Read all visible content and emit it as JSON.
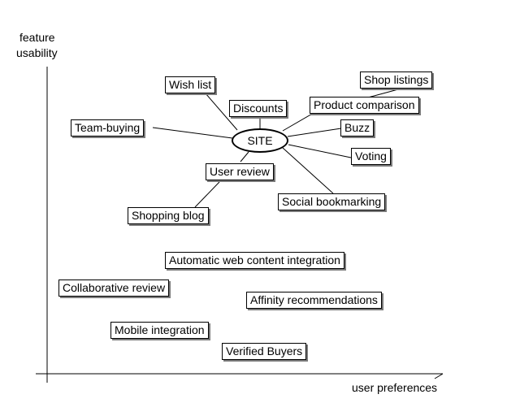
{
  "axes": {
    "y_label_line1": "feature",
    "y_label_line2": "usability",
    "x_label": "user preferences"
  },
  "center": {
    "label": "SITE"
  },
  "connected_features": {
    "wish_list": "Wish list",
    "discounts": "Discounts",
    "team_buying": "Team-buying",
    "shop_listings": "Shop listings",
    "product_comparison": "Product comparison",
    "buzz": "Buzz",
    "voting": "Voting",
    "user_review": "User review",
    "shopping_blog": "Shopping blog",
    "social_bookmarking": "Social bookmarking"
  },
  "other_features": {
    "automatic_web_content_integration": "Automatic web content integration",
    "collaborative_review": "Collaborative review",
    "affinity_recommendations": "Affinity recommendations",
    "mobile_integration": "Mobile integration",
    "verified_buyers": "Verified Buyers"
  },
  "colors": {
    "line": "#000000",
    "box_shadow": "#7a7a7a",
    "background": "#ffffff"
  }
}
